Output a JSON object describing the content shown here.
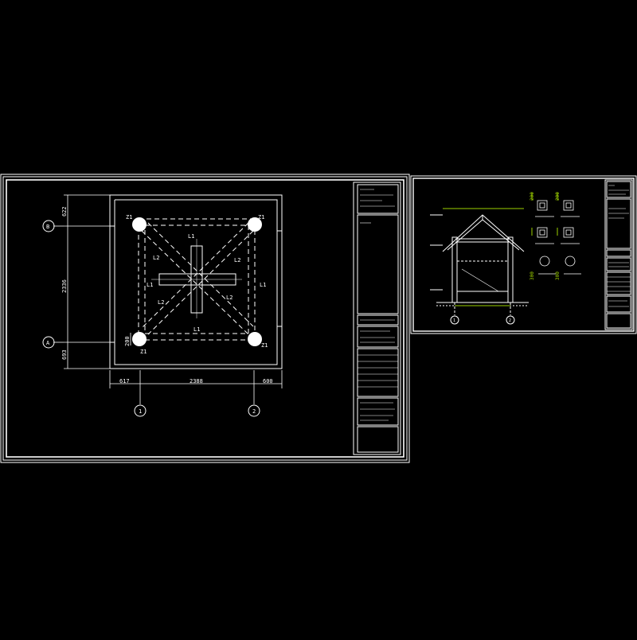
{
  "colors": {
    "background": "#000000",
    "line": "#ffffff",
    "dimension": "#9ccf00",
    "grid_label_text": "#ffffff"
  },
  "plan": {
    "column_labels": [
      "Z1",
      "Z1",
      "Z1",
      "Z1"
    ],
    "beam_labels": {
      "top": "L1",
      "bottom": "L1",
      "left": "L1",
      "right": "L1",
      "diag_upper_left": "L2",
      "diag_upper_right": "L2",
      "diag_lower_left": "L2",
      "diag_lower_right": "L2"
    },
    "dimensions": {
      "vertical_top": "622",
      "vertical_middle": "2336",
      "vertical_bottom": "693",
      "column_small": "200",
      "horizontal_left": "617",
      "horizontal_middle": "2388",
      "horizontal_right": "600"
    },
    "axis_labels": {
      "row_top": "B",
      "row_bottom": "A",
      "col_left": "1",
      "col_right": "2"
    }
  },
  "section": {
    "axis_labels": {
      "left": "1",
      "right": "2"
    },
    "dims": [
      "200",
      "200",
      "300",
      "300"
    ]
  }
}
